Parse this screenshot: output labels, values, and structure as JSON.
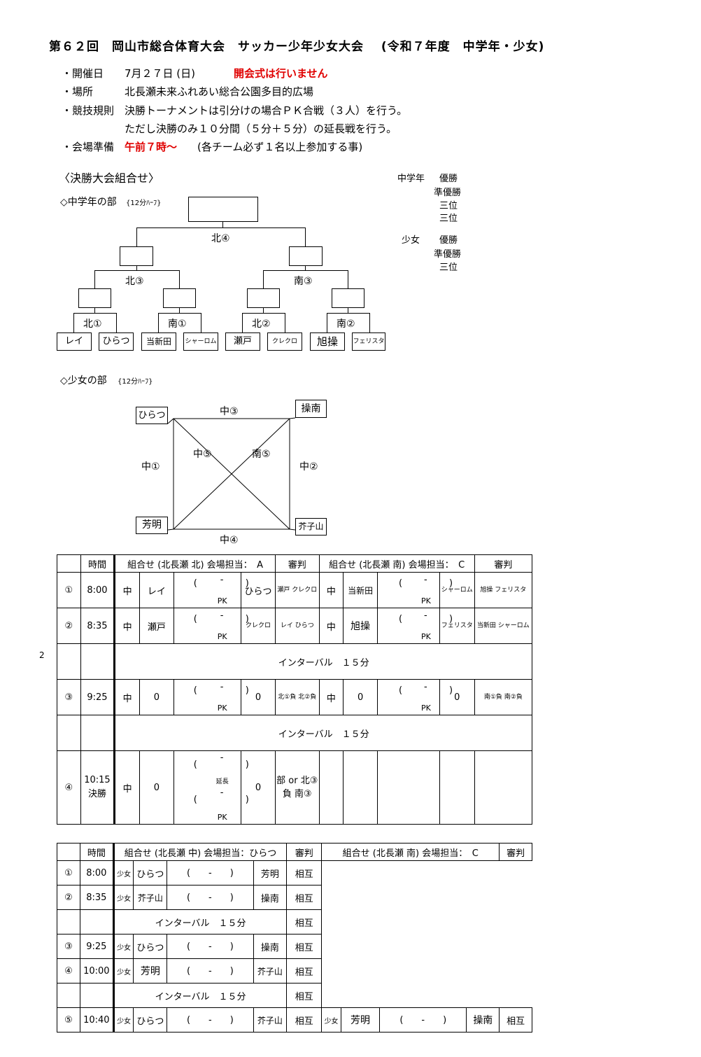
{
  "title": "第６２回　岡山市総合体育大会　サッカー少年少女大会　 (令和７年度　中学年・少女)",
  "info": {
    "date_label": "・開催日",
    "date_value": "7月２７日 (日)",
    "date_note": "開会式は行いません",
    "place_label": "・場所",
    "place_value": "北長瀬未来ふれあい総合公園多目的広場",
    "rules_label": "・競技規則",
    "rules_line1": "決勝トーナメントは引分けの場合ＰＫ合戦（３人）を行う。",
    "rules_line2": "ただし決勝のみ１０分間（５分＋５分）の延長戦を行う。",
    "prep_label": "・会場準備",
    "prep_time": "午前７時～",
    "prep_note": "(各チーム必ず１名以上参加する事)"
  },
  "section_title": "〈決勝大会組合せ〉",
  "results": {
    "chu_label": "中学年",
    "shojo_label": "少女",
    "win": "優勝",
    "runner_up": "準優勝",
    "third": "三位"
  },
  "chu_section": {
    "title": "◇中学年の部",
    "note": "{12分ﾊｰﾌ}"
  },
  "bracket": {
    "final": "北④",
    "semi_left": "北③",
    "semi_right": "南③",
    "r1": [
      "北①",
      "南①",
      "北②",
      "南②"
    ],
    "teams": [
      "レイ",
      "ひらつ",
      "当新田",
      "シャーロム",
      "瀬戸",
      "クレクロ",
      "旭操",
      "フェリスタ"
    ]
  },
  "shojo_section": {
    "title": "◇少女の部",
    "note": "{12分ﾊｰﾌ}"
  },
  "league": {
    "tl": "ひらつ",
    "tr": "操南",
    "bl": "芳明",
    "br": "芥子山",
    "top": "中③",
    "bottom": "中④",
    "left": "中①",
    "right": "中②",
    "diag_l": "中⑤",
    "diag_r": "南⑤"
  },
  "side_number": "2",
  "table1": {
    "headers": [
      "時間",
      "組合せ (北長瀬 北) 会場担当：　A",
      "審判",
      "組合せ (北長瀬 南) 会場担当：　C",
      "審判"
    ],
    "rows": [
      {
        "no": "①",
        "time": "8:00",
        "div": "中",
        "a": "レイ",
        "b": "ひらつ",
        "ref": "瀬戸 クレクロ",
        "div2": "中",
        "c": "当新田",
        "d": "シャーロム",
        "ref2": "旭操 フェリスタ"
      },
      {
        "no": "②",
        "time": "8:35",
        "div": "中",
        "a": "瀬戸",
        "b": "クレクロ",
        "ref": "レイ ひらつ",
        "div2": "中",
        "c": "旭操",
        "d": "フェリスタ",
        "ref2": "当新田 シャーロム"
      },
      {
        "no": "③",
        "time": "9:25",
        "div": "中",
        "a": "0",
        "b": "0",
        "ref": "北①負 北②負",
        "div2": "中",
        "c": "0",
        "d": "0",
        "ref2": "南①負 南②負"
      }
    ],
    "interval": "インターバル　１５分",
    "final_row": {
      "no": "④",
      "time": "10:15",
      "sub": "決勝",
      "div": "中",
      "a": "0",
      "b": "0",
      "ref": "部 or 北③負 南③"
    },
    "paren_open": "(",
    "paren_close": ")",
    "dash": "-",
    "pk": "PK",
    "ext": "延長"
  },
  "table2": {
    "headers": [
      "時間",
      "組合せ (北長瀬 中) 会場担当：ひらつ",
      "審判",
      "組合せ (北長瀬 南) 会場担当：　C",
      "審判"
    ],
    "rows": [
      {
        "no": "①",
        "time": "8:00",
        "div": "少女",
        "a": "ひらつ",
        "b": "芳明",
        "ref": "相互"
      },
      {
        "no": "②",
        "time": "8:35",
        "div": "少女",
        "a": "芥子山",
        "b": "操南",
        "ref": "相互"
      },
      {
        "no": "③",
        "time": "9:25",
        "div": "少女",
        "a": "ひらつ",
        "b": "操南",
        "ref": "相互"
      },
      {
        "no": "④",
        "time": "10:00",
        "div": "少女",
        "a": "芳明",
        "b": "芥子山",
        "ref": "相互"
      },
      {
        "no": "⑤",
        "time": "10:40",
        "div": "少女",
        "a": "ひらつ",
        "b": "芥子山",
        "ref": "相互",
        "div2": "少女",
        "c": "芳明",
        "d": "操南",
        "ref2": "相互"
      }
    ],
    "interval": "インターバル　１５分",
    "interval_ref": "相互"
  }
}
